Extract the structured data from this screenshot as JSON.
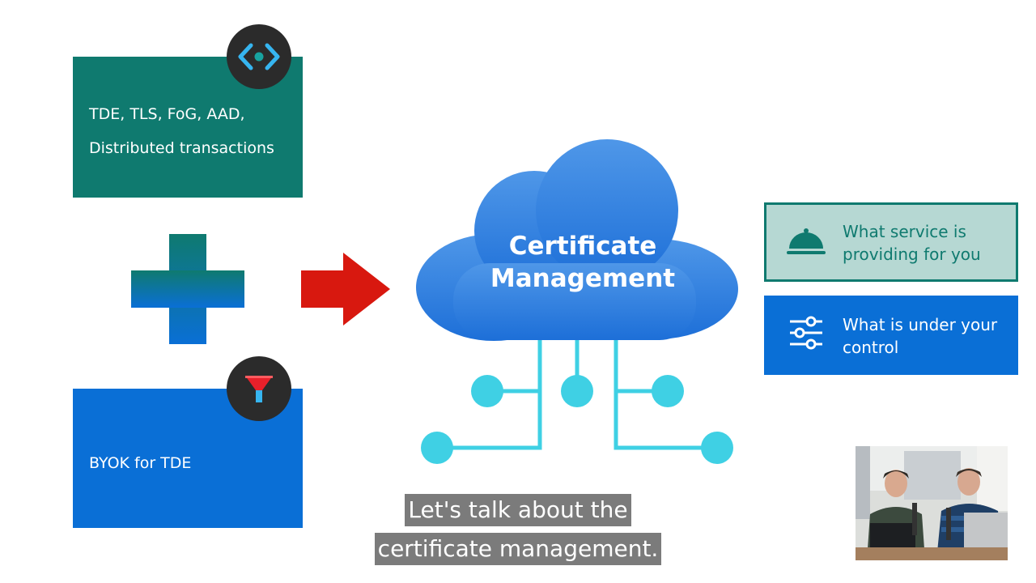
{
  "cards": {
    "teal": {
      "line1": "TDE, TLS, FoG, AAD,",
      "line2": "Distributed transactions"
    },
    "blue": {
      "label": "BYOK for TDE"
    }
  },
  "cloud": {
    "title_line1": "Certificate",
    "title_line2": "Management"
  },
  "panels": {
    "service": {
      "line1": "What service is",
      "line2": "providing for you"
    },
    "control": {
      "line1": "What is under your",
      "line2": "control"
    }
  },
  "captions": {
    "line1": "Let's talk about the",
    "line2": "certificate management."
  },
  "icons": {
    "badge_code": "code-icon",
    "badge_filter": "filter-icon",
    "service": "cloche-icon",
    "control": "sliders-icon"
  },
  "colors": {
    "teal": "#0f7a6f",
    "blue": "#0a6fd6",
    "arrow": "#d8180f",
    "cloud_top": "#4f97e8",
    "cloud_bottom": "#1d6fd8",
    "connector": "#3fd0e4",
    "panel_light": "#b6d8d3",
    "badge": "#2b2b2b"
  }
}
